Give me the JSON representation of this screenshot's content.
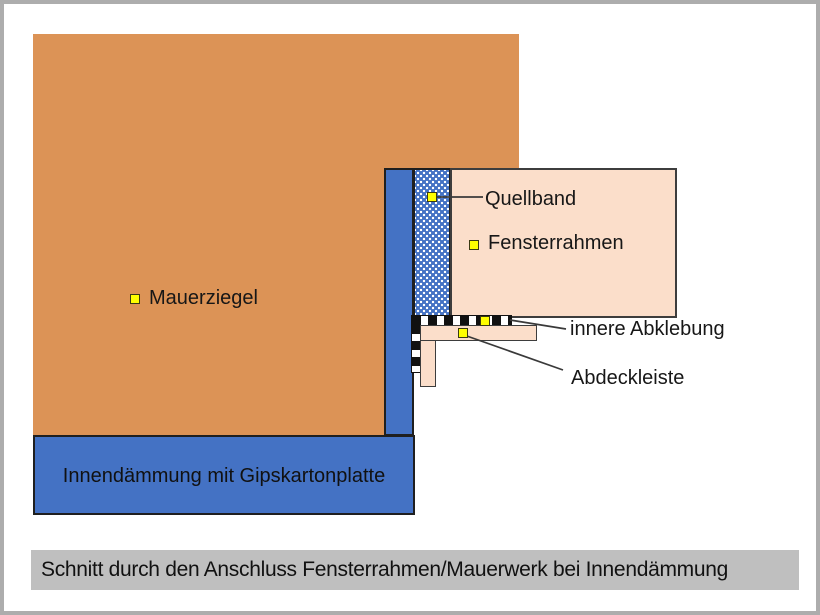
{
  "labels": {
    "mauerziegel": "Mauerziegel",
    "quellband": "Quellband",
    "fensterrahmen": "Fensterrahmen",
    "innere_abklebung": "innere Abklebung",
    "abdeckleiste": "Abdeckleiste",
    "innendaemmung": "Innendämmung mit Gipskartonplatte"
  },
  "caption": "Schnitt durch den Anschluss Fensterrahmen/Mauerwerk bei Innendämmung",
  "colors": {
    "brick_orange": "#dc9356",
    "insulation_blue": "#4472c4",
    "frame_pink": "#fbdeca",
    "marker_yellow": "#ffff00",
    "caption_gray": "#bfbfbf",
    "page_border_gray": "#adadad",
    "outline_dark": "#1f1f1f"
  }
}
